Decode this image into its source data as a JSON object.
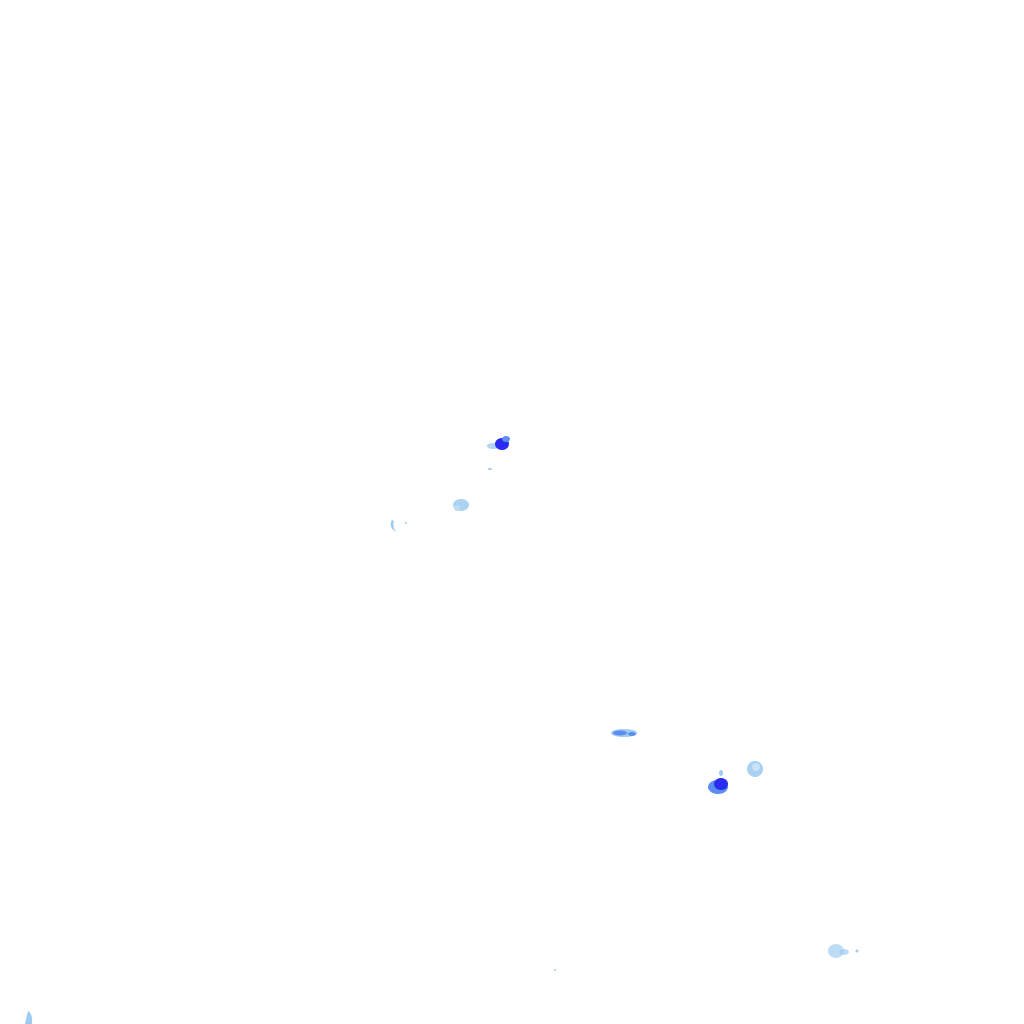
{
  "palette": {
    "background": "#ffffff",
    "light": "#9ecbf0",
    "medium": "#5b8ef0",
    "heavy": "#2b2cf0"
  },
  "layer": {
    "type": "precipitation-radar-overlay",
    "cells": [
      {
        "name": "cell-heavy-north",
        "intensity": "heavy"
      },
      {
        "name": "cell-light-center",
        "intensity": "light"
      },
      {
        "name": "cell-light-west",
        "intensity": "light"
      },
      {
        "name": "cell-medium-band",
        "intensity": "medium"
      },
      {
        "name": "cell-heavy-south",
        "intensity": "heavy"
      },
      {
        "name": "cell-light-south",
        "intensity": "light"
      },
      {
        "name": "cell-light-southeast",
        "intensity": "light"
      },
      {
        "name": "cell-light-corner",
        "intensity": "light"
      }
    ]
  }
}
